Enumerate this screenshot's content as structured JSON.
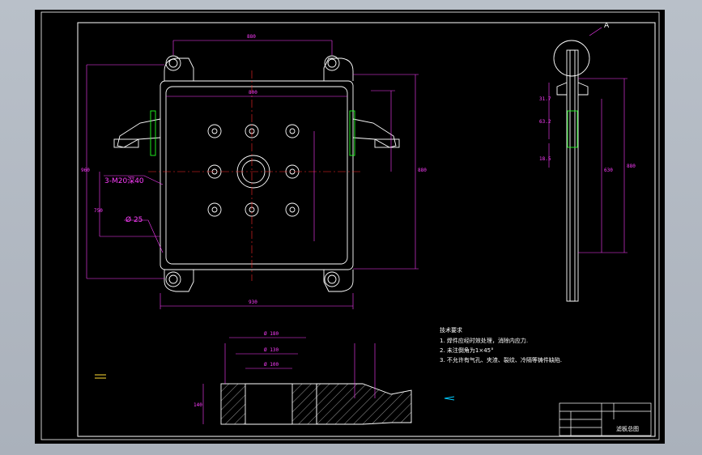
{
  "labels": {
    "thread_callout": "3-M20深40",
    "hole_dia": "Ø 25",
    "detail_mark": "A"
  },
  "notes": {
    "title": "技术要求",
    "items": [
      "1. 焊件应经时效处理，消除内应力.",
      "2. 未注倒角为1×45°",
      "3. 不允许有气孔、夹渣、裂纹、冷隔等铸件缺陷."
    ]
  },
  "dims": {
    "top_width": "880",
    "inner_width": "800",
    "bottom_width": "930",
    "right_height": "880",
    "height_left": "960",
    "height_inner": "750",
    "section_d1": "Ø 180",
    "section_d2": "Ø 130",
    "section_d3": "Ø 100",
    "section_h": "140",
    "side_a": "31.7",
    "side_b": "63.2",
    "side_c": "18.5",
    "side_total": "880",
    "side_inner": "630"
  },
  "title_block": {
    "part_name": "滤板总图"
  },
  "colors": {
    "background": "#000000",
    "outline": "#ffffff",
    "dimension": "#ff3dff",
    "centerline": "#ff2a2a",
    "highlight": "#22ff22",
    "hatch": "#ffffff"
  }
}
